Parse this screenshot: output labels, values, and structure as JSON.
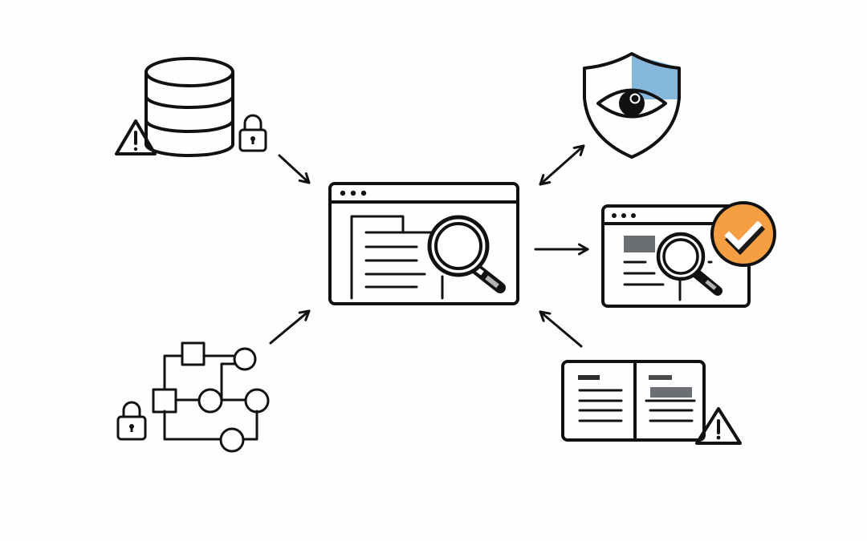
{
  "diagram": {
    "title": "",
    "theme": {
      "stroke": "#111111",
      "background": "#fefefe",
      "accent_orange": "#f59e42",
      "accent_blue": "#5b9bcb",
      "shield_blue": "#86b7dc",
      "placeholder_gray": "#6b6e72"
    },
    "nodes": [
      {
        "id": "database",
        "icon": "database-icon",
        "badges": [
          "warning-icon",
          "lock-icon"
        ],
        "position": "top-left"
      },
      {
        "id": "network-graph",
        "icon": "network-graph-icon",
        "badges": [
          "lock-icon"
        ],
        "position": "bottom-left"
      },
      {
        "id": "central-browser",
        "icon": "browser-document-search-icon",
        "badges": [],
        "position": "center"
      },
      {
        "id": "shield-eye",
        "icon": "shield-eye-icon",
        "badges": [],
        "position": "top-right"
      },
      {
        "id": "verified-browser",
        "icon": "browser-search-icon",
        "badges": [
          "checkmark-badge-icon"
        ],
        "position": "middle-right"
      },
      {
        "id": "open-book",
        "icon": "open-document-icon",
        "badges": [
          "warning-icon"
        ],
        "position": "bottom-right"
      }
    ],
    "edges": [
      {
        "from": "database",
        "to": "central-browser",
        "direction": "forward"
      },
      {
        "from": "network-graph",
        "to": "central-browser",
        "direction": "forward"
      },
      {
        "from": "central-browser",
        "to": "shield-eye",
        "direction": "bidirectional"
      },
      {
        "from": "central-browser",
        "to": "verified-browser",
        "direction": "forward"
      },
      {
        "from": "open-book",
        "to": "central-browser",
        "direction": "forward"
      }
    ]
  }
}
